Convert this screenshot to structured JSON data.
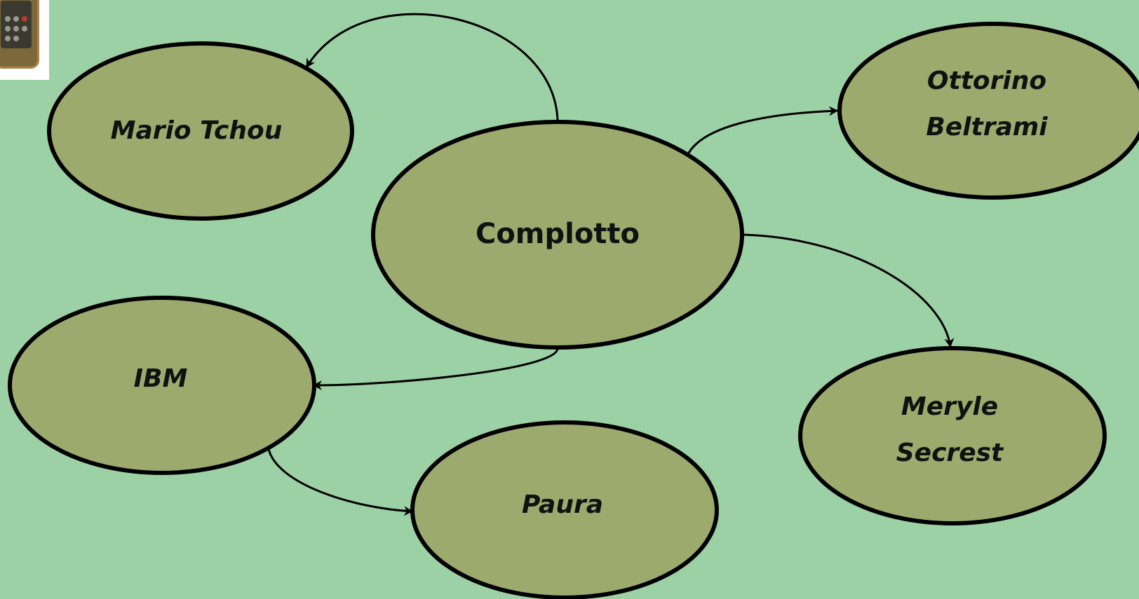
{
  "colors": {
    "background": "#9cd1a6",
    "node_fill": "#9caa6e",
    "node_stroke": "#000000",
    "text": "#111111"
  },
  "nodes": {
    "complotto": {
      "label": "Complotto"
    },
    "mario_tchou": {
      "label": "Mario Tchou"
    },
    "ottorino_beltrami": {
      "line1": "Ottorino",
      "line2": "Beltrami"
    },
    "meryle_secrest": {
      "line1": "Meryle",
      "line2": "Secrest"
    },
    "ibm": {
      "label": "IBM"
    },
    "paura": {
      "label": "Paura"
    }
  },
  "edges": [
    {
      "from": "Complotto",
      "to": "Mario Tchou"
    },
    {
      "from": "Complotto",
      "to": "Ottorino Beltrami"
    },
    {
      "from": "Complotto",
      "to": "Meryle Secrest"
    },
    {
      "from": "Complotto",
      "to": "IBM"
    },
    {
      "from": "IBM",
      "to": "Paura"
    }
  ],
  "thumbnail": {
    "icon": "device-photo-icon"
  }
}
